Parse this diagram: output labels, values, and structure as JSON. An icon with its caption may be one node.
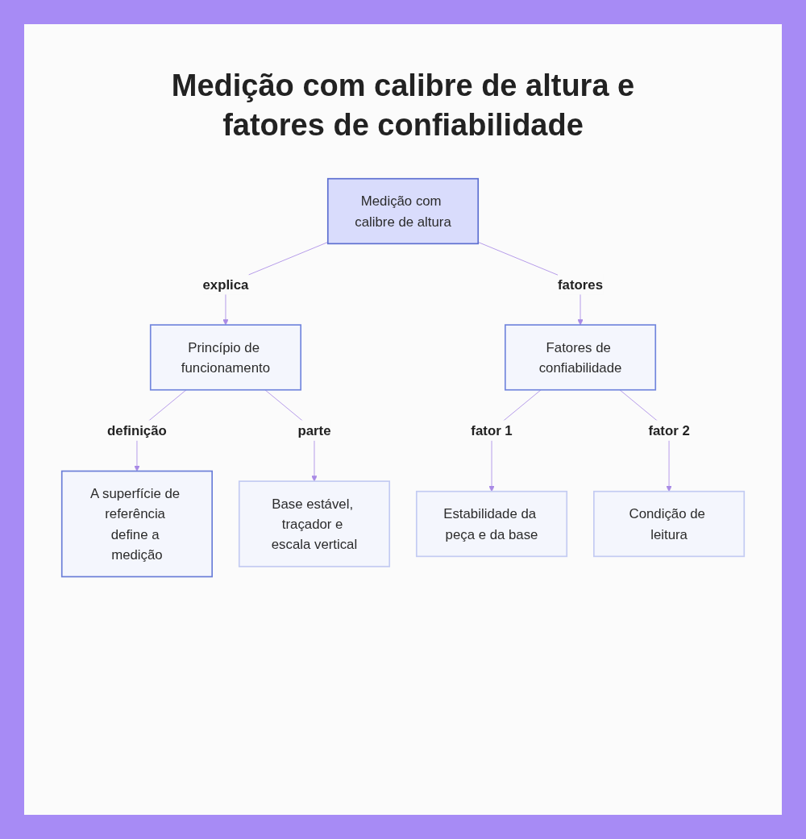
{
  "diagram": {
    "title": "Medição com calibre de altura e fatores de confiabilidade",
    "nodes": [
      {
        "text": [
          "Medição com calibre de altura"
        ]
      },
      {
        "text": [
          "Princípio de funcionamento"
        ]
      },
      {
        "text": [
          "Fatores de confiabilidade"
        ]
      },
      {
        "text": [
          "A superfície de referência define a medição"
        ]
      },
      {
        "text": [
          "Base estável, traçador e escala vertical"
        ]
      },
      {
        "text": [
          "Estabilidade da peça e da base"
        ]
      },
      {
        "text": [
          "Condição de leitura"
        ]
      }
    ],
    "edges": [
      {
        "from": 0,
        "to": 1,
        "arrow": "to",
        "label": "explica"
      },
      {
        "from": 0,
        "to": 2,
        "arrow": "to",
        "label": "fatores"
      },
      {
        "from": 1,
        "to": 3,
        "arrow": "to",
        "label": "definição"
      },
      {
        "from": 1,
        "to": 4,
        "arrow": "to",
        "label": "parte"
      },
      {
        "from": 2,
        "to": 5,
        "arrow": "to",
        "label": "fator 1"
      },
      {
        "from": 2,
        "to": 6,
        "arrow": "to",
        "label": "fator 2"
      }
    ]
  }
}
